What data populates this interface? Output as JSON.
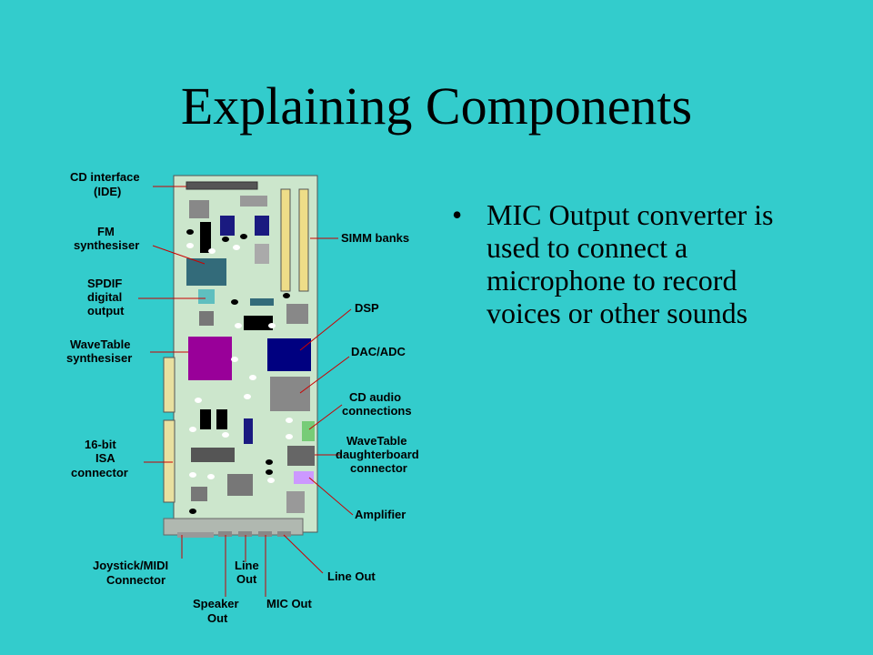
{
  "slide": {
    "title": "Explaining Components",
    "bullet": "MIC Output converter is used to connect a microphone to record voices or other sounds"
  },
  "colors": {
    "background": "#33cccc",
    "board": "#cce6cc",
    "wavetable_chip": "#990099",
    "dsp_chip": "#000080",
    "fm_chip": "#336b7a",
    "spdif": "#5fbfbf",
    "amplifier": "#cc99ff",
    "cd_audio": "#77cc77"
  },
  "diagram": {
    "labels": {
      "cd_interface": [
        "CD interface",
        "(IDE)"
      ],
      "fm_synth": [
        "FM",
        "synthesiser"
      ],
      "spdif": [
        "SPDIF",
        "digital",
        "output"
      ],
      "wavetable_synth": [
        "WaveTable",
        "synthesiser"
      ],
      "isa": [
        "16-bit",
        "ISA",
        "connector"
      ],
      "joystick": [
        "Joystick/MIDI",
        "Connector"
      ],
      "speaker_out": [
        "Speaker",
        "Out"
      ],
      "line_out_bottom": [
        "Line",
        "Out"
      ],
      "mic_out": [
        "MIC Out"
      ],
      "line_out_right": [
        "Line Out"
      ],
      "simm": [
        "SIMM banks"
      ],
      "dsp": [
        "DSP"
      ],
      "dac": [
        "DAC/ADC"
      ],
      "cd_audio": [
        "CD audio",
        "connections"
      ],
      "wavetable_daughter": [
        "WaveTable",
        "daughterboard",
        "connector"
      ],
      "amplifier": [
        "Amplifier"
      ]
    }
  }
}
